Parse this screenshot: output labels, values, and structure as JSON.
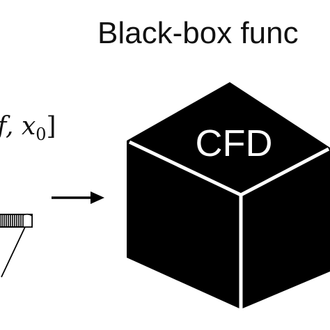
{
  "diagram": {
    "title": "Black-box func",
    "params": {
      "prefix": "f, ",
      "variable": "x",
      "subscript": "0",
      "close_bracket": "]"
    },
    "cube_label": "CFD",
    "colors": {
      "cube_fill": "#000000",
      "edge_highlight": "#ffffff",
      "arrow": "#000000",
      "text": "#111111"
    }
  }
}
